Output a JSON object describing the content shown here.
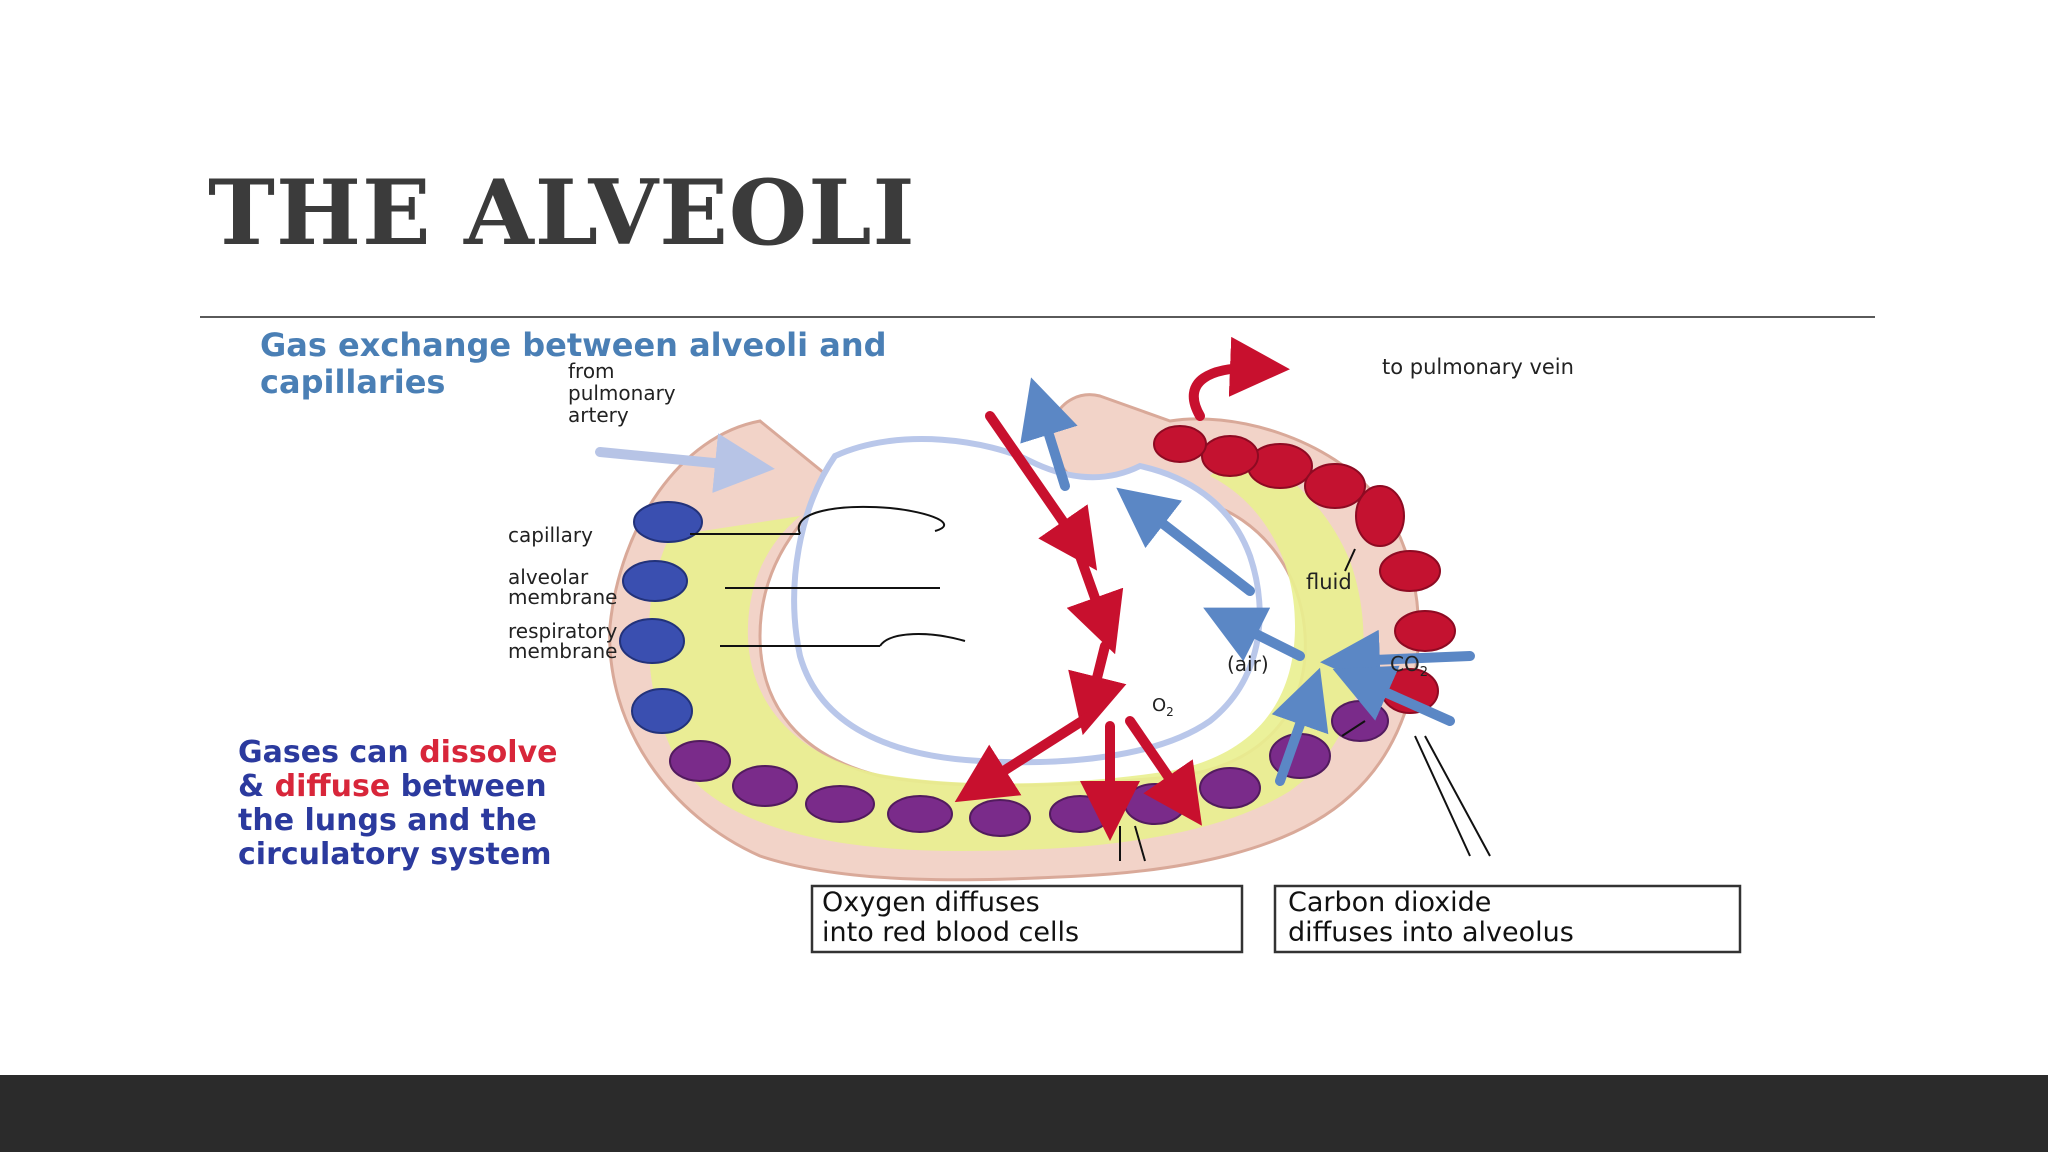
{
  "slide": {
    "title": "THE ALVEOLI"
  },
  "diagram": {
    "heading": [
      "Gas exchange  between  alveoli  and",
      "capillaries"
    ],
    "from_label": [
      "from",
      "pulmonary",
      "artery"
    ],
    "to_label": "to pulmonary vein",
    "labels": {
      "capillary": "capillary",
      "alveolar_membrane": [
        "alveolar",
        "membrane"
      ],
      "respiratory_membrane": [
        "respiratory",
        "membrane"
      ],
      "fluid": "fluid",
      "air": "(air)",
      "o2": "O",
      "o2_sub": "2",
      "co2": "CO",
      "co2_sub": "2"
    },
    "note": {
      "l1a": "Gases  can ",
      "l1b": "dissolve",
      "l2a": "& ",
      "l2b": "diffuse",
      "l2c": " between",
      "l3": "the  lungs  and  the",
      "l4": "circulatory  system"
    },
    "box_oxygen": [
      "Oxygen diffuses",
      "into red blood cells"
    ],
    "box_co2": [
      "Carbon dioxide",
      "diffuses into alveolus"
    ],
    "colors": {
      "heading": "#4a7fb5",
      "note_blue": "#2b3a9e",
      "note_red": "#d8263a",
      "oxygen_arrow": "#c8102e",
      "co2_arrow": "#5b87c5",
      "rbc_red": "#c41230",
      "rbc_blue": "#3a4fb0",
      "rbc_purple": "#7a2b8a",
      "plasma": "#e9ef8f",
      "tissue": "#f2d3c8"
    }
  }
}
